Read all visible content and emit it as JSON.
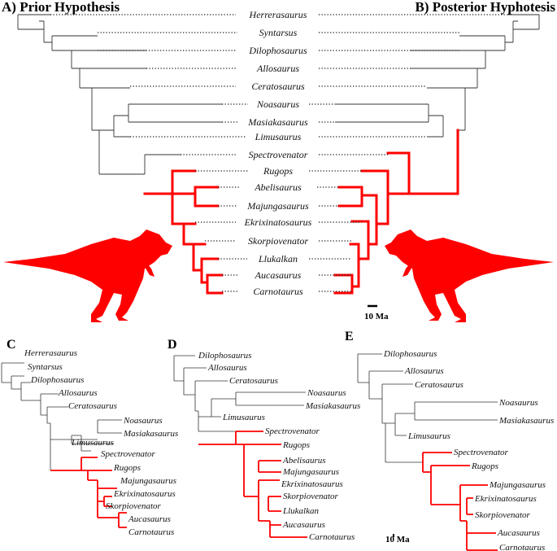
{
  "headings": {
    "prior": "A) Prior Hypothesis",
    "posterior": "B) Posterior Hyphotesis"
  },
  "panel_labels": {
    "c": "C",
    "d": "D",
    "e": "E"
  },
  "scale": {
    "top": "10 Ma",
    "bottom": "10 Ma"
  },
  "colors": {
    "highlight": "#ff0000",
    "branch": "#333333"
  },
  "taxa_ab": [
    "Herrerasaurus",
    "Syntarsus",
    "Dilophosaurus",
    "Allosaurus",
    "Ceratosaurus",
    "Noasaurus",
    "Masiakasaurus",
    "Limusaurus",
    "Spectrovenator",
    "Rugops",
    "Abelisaurus",
    "Majungasaurus",
    "Ekrixinatosaurus",
    "Skorpiovenator",
    "Llukalkan",
    "Aucasaurus",
    "Carnotaurus"
  ],
  "taxa_c": [
    "Herrerasaurus",
    "Syntarsus",
    "Dilophosaurus",
    "Allosaurus",
    "Ceratosaurus",
    "Noasaurus",
    "Masiakasaurus",
    "Limusaurus",
    "Spectrovenator",
    "Rugops",
    "Majungasaurus",
    "Ekrixinatosaurus",
    "Skorpiovenator",
    "Aucasaurus",
    "Carnotaurus"
  ],
  "taxa_d": [
    "Dilophosaurus",
    "Allosaurus",
    "Ceratosaurus",
    "Noasaurus",
    "Masiakasaurus",
    "Limusaurus",
    "Spectrovenator",
    "Rugops",
    "Abelisaurus",
    "Majungasaurus",
    "Ekrixinatosaurus",
    "Skorpiovenator",
    "Llukalkan",
    "Aucasaurus",
    "Carnotaurus"
  ],
  "taxa_e": [
    "Dilophosaurus",
    "Allosaurus",
    "Ceratosaurus",
    "Noasaurus",
    "Masiakasaurus",
    "Limusaurus",
    "Spectrovenator",
    "Rugops",
    "Majungasaurus",
    "Ekrixinatosaurus",
    "Skorpiovenator",
    "Aucasaurus",
    "Carnotaurus"
  ]
}
